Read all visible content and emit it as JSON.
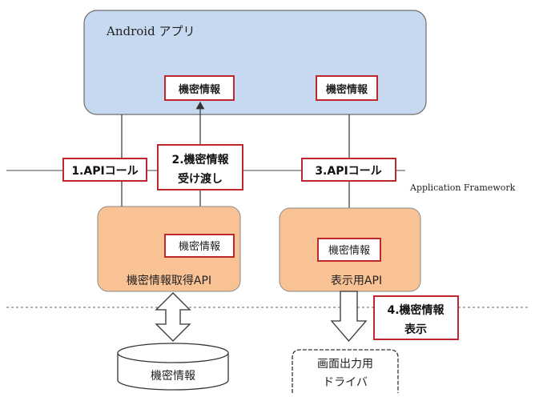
{
  "app_box": {
    "title": "Android アプリ"
  },
  "secret_label": "機密情報",
  "api_get_box": {
    "title": "機密情報取得API"
  },
  "api_display_box": {
    "title": "表示用API"
  },
  "framework_label": "Application Framework",
  "steps": {
    "step1": "1.APIコール",
    "step2_line1": "2.機密情報",
    "step2_line2": "受け渡し",
    "step3": "3.APIコール",
    "step4_line1": "4.機密情報",
    "step4_line2": "表示"
  },
  "storage": {
    "label": "機密情報"
  },
  "screen_driver": {
    "line1": "画面出力用",
    "line2": "ドライバ"
  },
  "colors": {
    "app_fill": "#c6d9f0",
    "api_fill": "#f9c295",
    "label_border": "#c0272d"
  }
}
